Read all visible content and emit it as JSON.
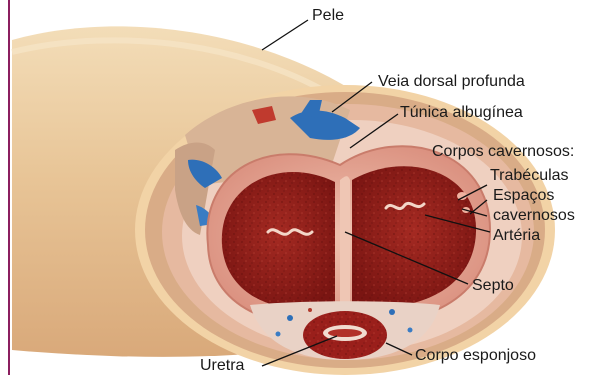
{
  "labels": {
    "pele": "Pele",
    "veia": "Veia dorsal profunda",
    "tunica": "Túnica albugínea",
    "corpos_cavernosos": "Corpos cavernosos:",
    "trabeculas": "Trabéculas",
    "espacos_1": "Espaços",
    "espacos_2": "cavernosos",
    "arteria": "Artéria",
    "septo": "Septo",
    "uretra": "Uretra",
    "corpo_esponjoso": "Corpo esponjoso"
  },
  "colors": {
    "frame_border": "#8b1f5f",
    "skin": "#e9c89a",
    "tunica": "#e3a392",
    "erectile_tissue": "#8e1a18",
    "vein": "#2e6fb8"
  }
}
